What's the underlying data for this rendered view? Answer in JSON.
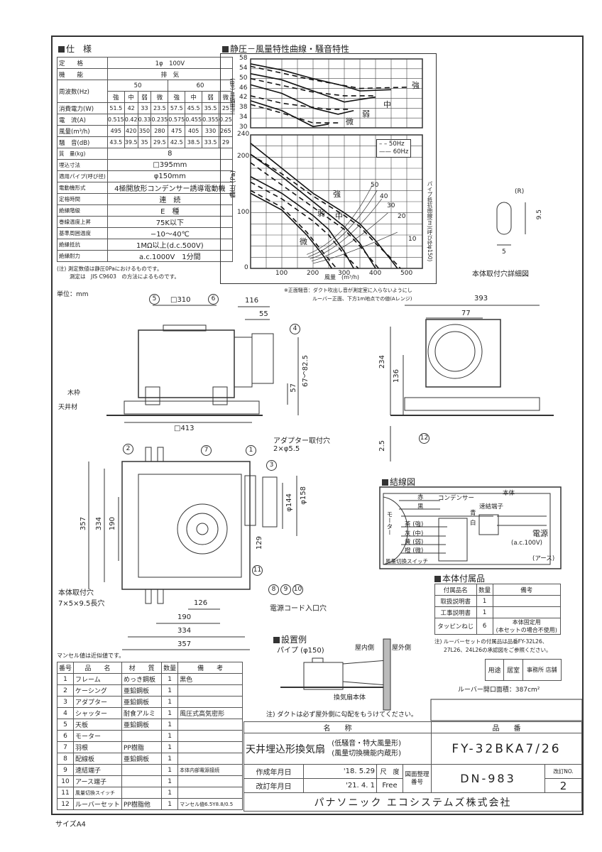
{
  "spec": {
    "title": "仕　様",
    "rated": {
      "label": "定　　格",
      "value": "1φ　100V"
    },
    "function": {
      "label": "機　　能",
      "value": "排　気"
    },
    "freq": {
      "label": "周波数(Hz)",
      "f50": "50",
      "f60": "60"
    },
    "speeds": [
      "強",
      "中",
      "弱",
      "微",
      "強",
      "中",
      "弱",
      "微"
    ],
    "perf_rows": [
      {
        "label": "消費電力(W)",
        "values": [
          "51.5",
          "42",
          "33",
          "23.5",
          "57.5",
          "45.5",
          "35.5",
          "25"
        ]
      },
      {
        "label": "電　流(A)",
        "values": [
          "0.515",
          "0.42",
          "0.33",
          "0.235",
          "0.575",
          "0.455",
          "0.355",
          "0.25"
        ]
      },
      {
        "label": "風量(m³/h)",
        "values": [
          "495",
          "420",
          "350",
          "280",
          "475",
          "405",
          "330",
          "265"
        ]
      },
      {
        "label": "騒　音(dB)",
        "values": [
          "43.5",
          "39.5",
          "35",
          "29.5",
          "42.5",
          "38.5",
          "33.5",
          "29"
        ]
      }
    ],
    "single_rows": [
      {
        "label": "質　量(kg)",
        "value": "8"
      },
      {
        "label": "埋込寸法",
        "value": "□395mm"
      },
      {
        "label": "適用パイプ(呼び径)",
        "value": "φ150mm"
      },
      {
        "label": "電動機形式",
        "value": "4極開放形コンデンサー誘導電動機"
      },
      {
        "label": "定格時間",
        "value": "連　続"
      },
      {
        "label": "絶縁階級",
        "value": "E　種"
      },
      {
        "label": "巻線温度上昇",
        "value": "75K以下"
      },
      {
        "label": "基準周囲温度",
        "value": "−10〜40℃"
      },
      {
        "label": "絶縁抵抗",
        "value": "1MΩ以上(d.c.500V)"
      },
      {
        "label": "絶縁耐力",
        "value": "a.c.1000V　1分間"
      }
    ],
    "note1": "(注) 測定数値は静圧0Paにおけるものです。",
    "note2": "測定は　JIS C9603　の方法によるものです。"
  },
  "chart": {
    "title": "静圧－風量特性曲線・騒音特性",
    "noise_ylabel": "正面騒音 (dB)",
    "pressure_ylabel": "静圧 (Pa)",
    "pipe_label": "パイプ抵抗曲線(m)(呼び径φ150)",
    "xlabel": "風量　(m³/h)",
    "xticks": [
      "100",
      "200",
      "300",
      "400",
      "500"
    ],
    "noise_ticks": [
      "58",
      "54",
      "50",
      "46",
      "42",
      "38",
      "34",
      "30"
    ],
    "pressure_ticks": [
      "240",
      "200",
      "100",
      "0"
    ],
    "legend": {
      "hz50": "50Hz",
      "hz60": "60Hz"
    },
    "speed_labels": {
      "strong": "強",
      "mid": "中",
      "weak": "弱",
      "low": "微"
    },
    "pipe_lengths": [
      "50",
      "40",
      "30",
      "20",
      "10"
    ],
    "note1": "※正面騒音：ダクト吹出し音が測定室に入らないようにし",
    "note2": "ルーバー正面、下方1m地点での値(Aレンジ)"
  },
  "chart_data": {
    "type": "line",
    "title": "静圧－風量特性曲線・騒音特性",
    "xlabel": "風量 (m³/h)",
    "xlim": [
      0,
      550
    ],
    "noise_ylim": [
      30,
      58
    ],
    "pressure_ylim": [
      0,
      240
    ],
    "pressure_series": [
      {
        "name": "強 60Hz",
        "x": [
          0,
          100,
          200,
          300,
          350,
          400,
          450,
          470
        ],
        "y": [
          225,
          180,
          135,
          100,
          80,
          50,
          15,
          0
        ]
      },
      {
        "name": "強 50Hz",
        "x": [
          0,
          100,
          200,
          300,
          350,
          400,
          450,
          480
        ],
        "y": [
          205,
          170,
          130,
          95,
          75,
          45,
          18,
          0
        ]
      },
      {
        "name": "中 60Hz",
        "x": [
          0,
          100,
          200,
          300,
          350,
          400
        ],
        "y": [
          205,
          165,
          120,
          75,
          45,
          0
        ]
      },
      {
        "name": "中 50Hz",
        "x": [
          0,
          100,
          200,
          300,
          350,
          410
        ],
        "y": [
          190,
          150,
          110,
          70,
          40,
          0
        ]
      },
      {
        "name": "弱 60Hz",
        "x": [
          0,
          100,
          200,
          250,
          300,
          330
        ],
        "y": [
          165,
          135,
          95,
          70,
          30,
          0
        ]
      },
      {
        "name": "弱 50Hz",
        "x": [
          0,
          100,
          200,
          250,
          300,
          345
        ],
        "y": [
          155,
          125,
          85,
          60,
          25,
          0
        ]
      },
      {
        "name": "微 60Hz",
        "x": [
          0,
          100,
          180,
          230,
          260
        ],
        "y": [
          135,
          105,
          60,
          25,
          0
        ]
      },
      {
        "name": "微 50Hz",
        "x": [
          0,
          100,
          180,
          230,
          275
        ],
        "y": [
          140,
          110,
          65,
          30,
          0
        ]
      }
    ],
    "noise_series": [
      {
        "name": "強 60Hz",
        "x": [
          0,
          100,
          200,
          300,
          350,
          450
        ],
        "y": [
          56,
          53.5,
          50,
          47,
          45,
          45.5
        ]
      },
      {
        "name": "強 50Hz",
        "x": [
          0,
          200,
          350,
          500
        ],
        "y": [
          55,
          49.5,
          46,
          46.5
        ]
      },
      {
        "name": "中 60Hz",
        "x": [
          0,
          100,
          200,
          300,
          400
        ],
        "y": [
          52,
          49.5,
          45,
          40.5,
          42.5
        ]
      },
      {
        "name": "中 50Hz",
        "x": [
          0,
          200,
          300,
          400
        ],
        "y": [
          50,
          44.5,
          43,
          43
        ]
      },
      {
        "name": "弱 60Hz",
        "x": [
          0,
          100,
          200,
          280,
          330
        ],
        "y": [
          47.5,
          44,
          38,
          35.5,
          37
        ]
      },
      {
        "name": "弱 50Hz",
        "x": [
          0,
          100,
          250,
          320
        ],
        "y": [
          43,
          40,
          37.5,
          37.5
        ]
      },
      {
        "name": "微 60Hz",
        "x": [
          0,
          100,
          200,
          250
        ],
        "y": [
          41,
          37,
          30.5,
          31.5
        ]
      },
      {
        "name": "微 50Hz",
        "x": [
          0,
          100,
          200,
          280
        ],
        "y": [
          39.5,
          36,
          32,
          32
        ]
      }
    ]
  },
  "unit": "単位：mm",
  "drawings": {
    "side": {
      "c5": "5",
      "sq310": "□310",
      "c6": "6",
      "d116": "116",
      "d55": "55",
      "c4": "4",
      "d57": "57",
      "d67": "67〜82.5",
      "wood": "木枠",
      "ceiling": "天井材",
      "sq413": "□413"
    },
    "right": {
      "d393": "393",
      "d77": "77",
      "d234": "234",
      "d136": "136",
      "d25": "2.5",
      "c12": "12"
    },
    "detail": {
      "r": "(R)",
      "d95": "9.5",
      "d5": "5",
      "caption": "本体取付穴詳細図"
    },
    "plan": {
      "adapter1": "アダプター取付穴",
      "adapter2": "2×φ5.5",
      "c2": "2",
      "c7": "7",
      "c1": "1",
      "c3": "3",
      "d357v": "357",
      "d334v": "334",
      "d190v": "190",
      "phi144": "φ144",
      "phi158": "φ158",
      "d129": "129",
      "c11": "11",
      "c8": "8",
      "c9": "9",
      "c10": "10",
      "cord": "電源コード入口穴",
      "hole1": "本体取付穴",
      "hole2": "7×5×9.5長穴",
      "d126": "126",
      "d190": "190",
      "d334": "334",
      "d357": "357"
    }
  },
  "wiring": {
    "title": "結線図",
    "body": "本体",
    "capacitor": "コンデンサー",
    "red": "赤",
    "black": "黒",
    "motor": "モーター",
    "brown": "茶 (強)",
    "gray": "灰 (中)",
    "yellow": "黄 (弱)",
    "orange": "橙 (微)",
    "blue": "青",
    "white": "白",
    "terminal": "速結端子",
    "power": "電源",
    "voltage": "(a.c.100V)",
    "earth": "(アース)",
    "switch": "風量切換スイッチ"
  },
  "accessories": {
    "title": "本体付属品",
    "headers": [
      "付属品名",
      "数量",
      "備考"
    ],
    "rows": [
      {
        "name": "取扱説明書",
        "qty": "1",
        "note": ""
      },
      {
        "name": "工事説明書",
        "qty": "1",
        "note": ""
      },
      {
        "name": "タッピンねじ",
        "qty": "6",
        "note": "本体固定用\n(本セットの場合不使用)"
      }
    ],
    "note1": "注) ルーバーセットの付属品は品番FY-32L26、",
    "note2": "27L26、24L26の承認図をご参照ください。"
  },
  "usage": {
    "label": "用途",
    "room": "居室",
    "office": "事務所 店舗"
  },
  "louver_area": "ルーバー開口面積：387cm²",
  "install": {
    "title": "設置例",
    "pipe": "パイプ (φ150)",
    "indoor": "屋内側",
    "outdoor": "屋外側",
    "body": "換気扇本体",
    "note": "注) ダクトは必ず屋外側に勾配をもうけてください。"
  },
  "munsell_note": "マンセル値は近似値です。",
  "parts": {
    "headers": [
      "番号",
      "品　　名",
      "材　　質",
      "数量",
      "備　　考"
    ],
    "rows": [
      [
        "1",
        "フレーム",
        "めっき鋼板",
        "1",
        "黒色"
      ],
      [
        "2",
        "ケーシング",
        "亜鉛鋼板",
        "1",
        ""
      ],
      [
        "3",
        "アダプター",
        "亜鉛鋼板",
        "1",
        ""
      ],
      [
        "4",
        "シャッター",
        "耐食アルミ",
        "1",
        "風圧式高気密形"
      ],
      [
        "5",
        "天板",
        "亜鉛鋼板",
        "1",
        ""
      ],
      [
        "6",
        "モーター",
        "",
        "1",
        ""
      ],
      [
        "7",
        "羽根",
        "PP樹脂",
        "1",
        ""
      ],
      [
        "8",
        "配線板",
        "亜鉛鋼板",
        "1",
        ""
      ],
      [
        "9",
        "速結端子",
        "",
        "1",
        "本体内部電源接続"
      ],
      [
        "10",
        "アース端子",
        "",
        "1",
        ""
      ],
      [
        "11",
        "風量切換スイッチ",
        "",
        "1",
        ""
      ],
      [
        "12",
        "ルーバーセット",
        "PP樹脂他",
        "1",
        "マンセル値6.5Y8.8/0.5"
      ]
    ]
  },
  "titleblock": {
    "name_header": "名　　称",
    "number_header": "品　　番",
    "product_name": "天井埋込形換気扇",
    "sub1": "(低騒音・特大風量形)",
    "sub2": "(風量切換機能内蔵形)",
    "model": "FY-32BKA7/26",
    "created_label": "作成年月日",
    "created": "'18. 5.29",
    "revised_label": "改訂年月日",
    "revised": "'21. 4. 1",
    "scale_label": "尺　度",
    "scale": "Free",
    "drawing_no_label": "図面整理番号",
    "drawing_no": "DN-983",
    "rev_label": "改訂NO.",
    "rev": "2",
    "company": "パナソニック エコシステムズ株式会社"
  },
  "size": "サイズA4"
}
